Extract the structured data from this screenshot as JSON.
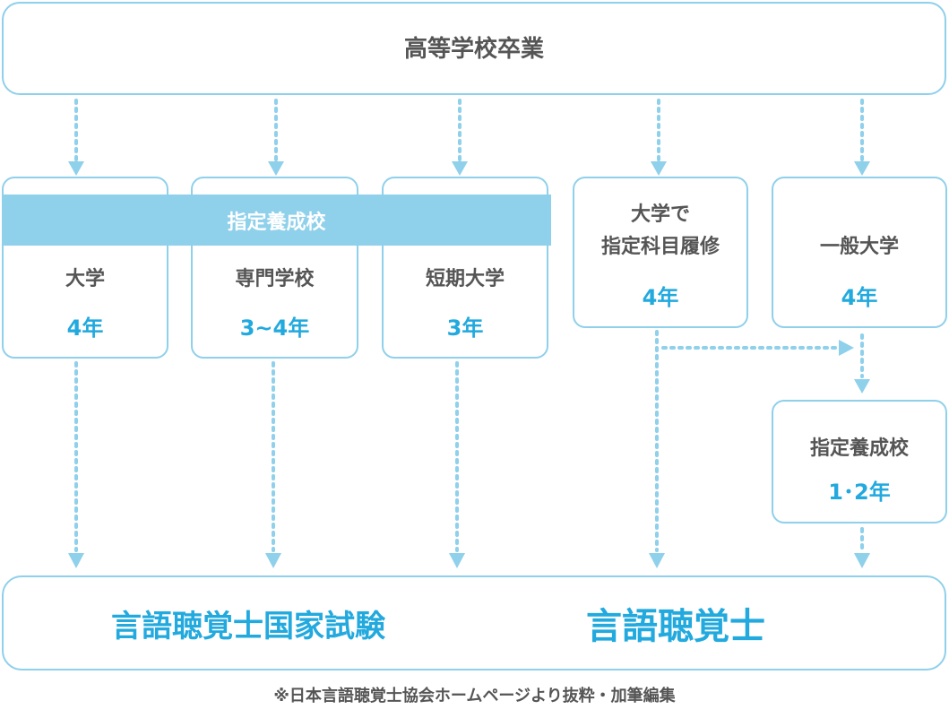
{
  "top": {
    "label": "高等学校卒業"
  },
  "band": {
    "label": "指定養成校"
  },
  "paths": [
    {
      "label": "大学",
      "years": "4年"
    },
    {
      "label": "専門学校",
      "years": "3~4年"
    },
    {
      "label": "短期大学",
      "years": "3年"
    },
    {
      "label_line1": "大学で",
      "label_line2": "指定科目履修",
      "years": "4年"
    },
    {
      "label": "一般大学",
      "years": "4年"
    }
  ],
  "extra": {
    "label": "指定養成校",
    "years": "1･2年"
  },
  "exam": {
    "label": "言語聴覚士国家試験"
  },
  "result": {
    "label": "言語聴覚士"
  },
  "note": "※日本言語聴覚士協会ホームページより抜粋・加筆編集",
  "colors": {
    "border": "#8fd0eb",
    "accent": "#22a9de",
    "text": "#555555",
    "star": "#f5e600"
  }
}
